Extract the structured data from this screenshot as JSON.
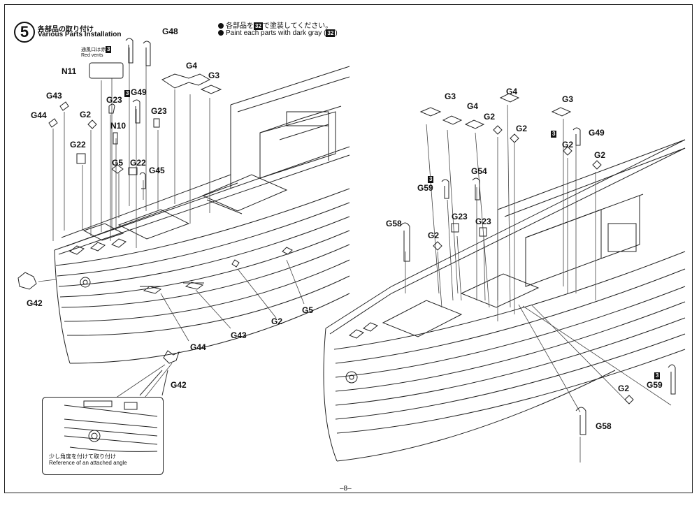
{
  "step": {
    "number": "5",
    "title_jp": "各部品の取り付け",
    "title_en": "Various Parts Installation"
  },
  "notes": {
    "jp_prefix": "各部品を",
    "jp_code": "32",
    "jp_suffix": "で塗装してください。",
    "en_prefix": "Paint each parts with dark gray (",
    "en_code": "32",
    "en_suffix": ")"
  },
  "red_vents": {
    "jp": "通風口は赤",
    "code": "3",
    "en": "Red vents"
  },
  "inset": {
    "jp": "少し角度を付けて取り付け",
    "en": "Reference of an attached angle"
  },
  "left_labels": {
    "g48": "G48",
    "n11": "N11",
    "g43a": "G43",
    "g44a": "G44",
    "g2a": "G2",
    "g23a": "G23",
    "g49": "G49",
    "g49_code": "3",
    "g23b": "G23",
    "g4": "G4",
    "g3": "G3",
    "n10": "N10",
    "g22a": "G22",
    "g5a": "G5",
    "g22b": "G22",
    "g45": "G45",
    "g42a": "G42",
    "g5b": "G5",
    "g2b": "G2",
    "g43b": "G43",
    "g44b": "G44",
    "g42b": "G42"
  },
  "right_labels": {
    "g3a": "G3",
    "g4a": "G4",
    "g4b": "G4",
    "g3b": "G3",
    "g2a": "G2",
    "g2b": "G2",
    "g49": "G49",
    "g49_code": "3",
    "g2c": "G2",
    "g2d": "G2",
    "g54": "G54",
    "g59a": "G59",
    "g59a_code": "3",
    "g58a": "G58",
    "g23a": "G23",
    "g23b": "G23",
    "g2e": "G2",
    "g59b": "G59",
    "g59b_code": "3",
    "g2f": "G2",
    "g58b": "G58"
  },
  "page_number": "–8–"
}
